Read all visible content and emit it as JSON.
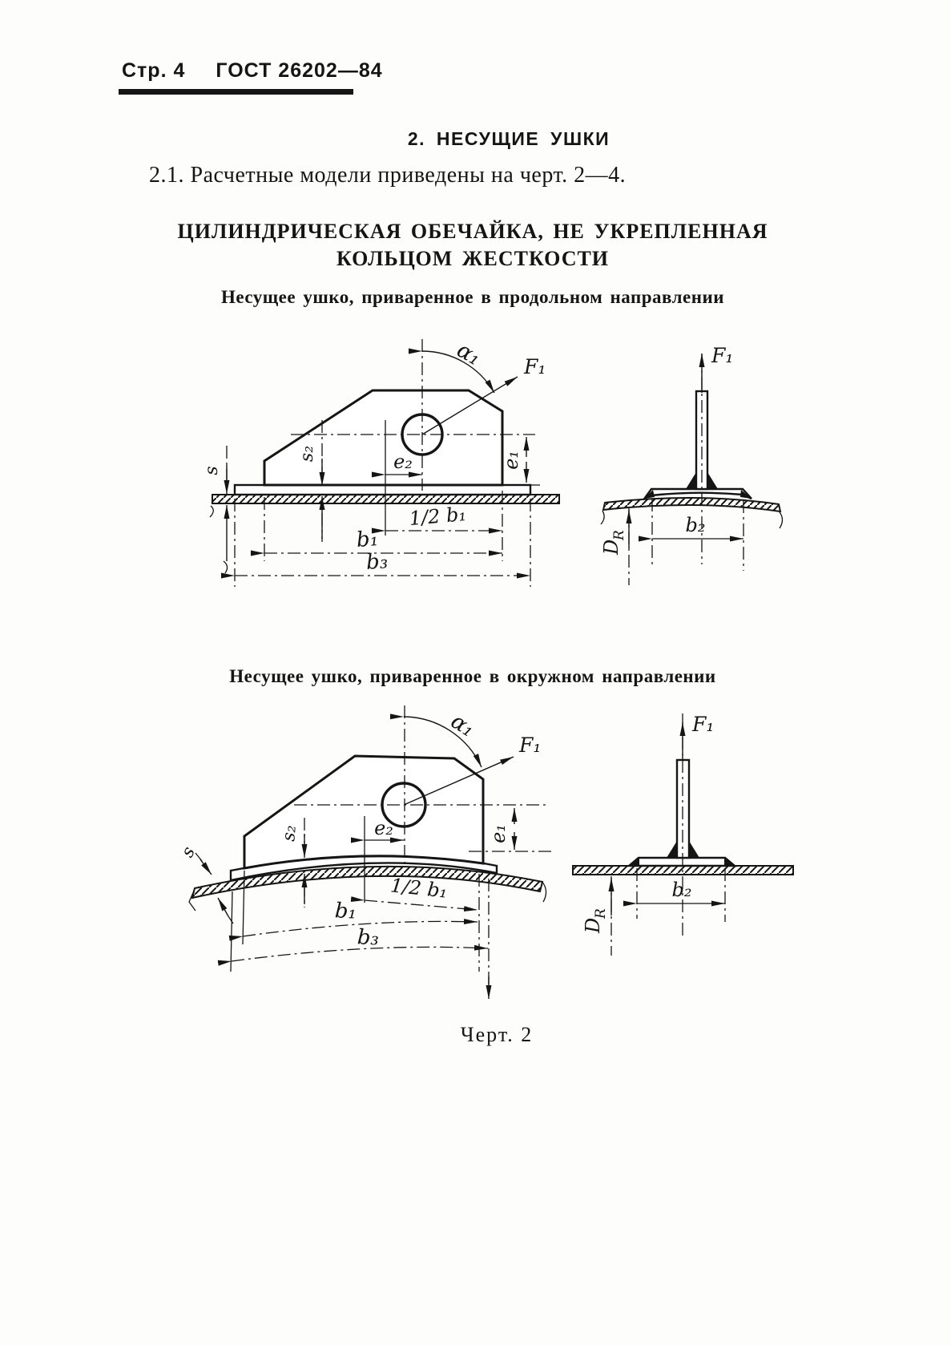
{
  "header": {
    "page_label": "Стр. 4",
    "doc_number": "ГОСТ 26202—84"
  },
  "section": {
    "title": "2. НЕСУЩИЕ УШКИ",
    "paragraph": "2.1. Расчетные модели приведены на черт. 2—4."
  },
  "figure": {
    "heading_line1": "ЦИЛИНДРИЧЕСКАЯ ОБЕЧАЙКА, НЕ УКРЕПЛЕННАЯ",
    "heading_line2": "КОЛЬЦОМ ЖЕСТКОСТИ",
    "subheading_longitudinal": "Несущее ушко, приваренное в продольном направлении",
    "subheading_circumferential": "Несущее ушко, приваренное в окружном направлении",
    "caption": "Черт. 2"
  },
  "labels": {
    "alpha1": "α₁",
    "F1": "F₁",
    "s": "s",
    "s2": "s₂",
    "e1": "e₁",
    "e2": "e₂",
    "half_b1": "1/2 b₁",
    "b1": "b₁",
    "b2": "b₂",
    "b3": "b₃",
    "DR_main": "D",
    "DR_sub": "R"
  }
}
